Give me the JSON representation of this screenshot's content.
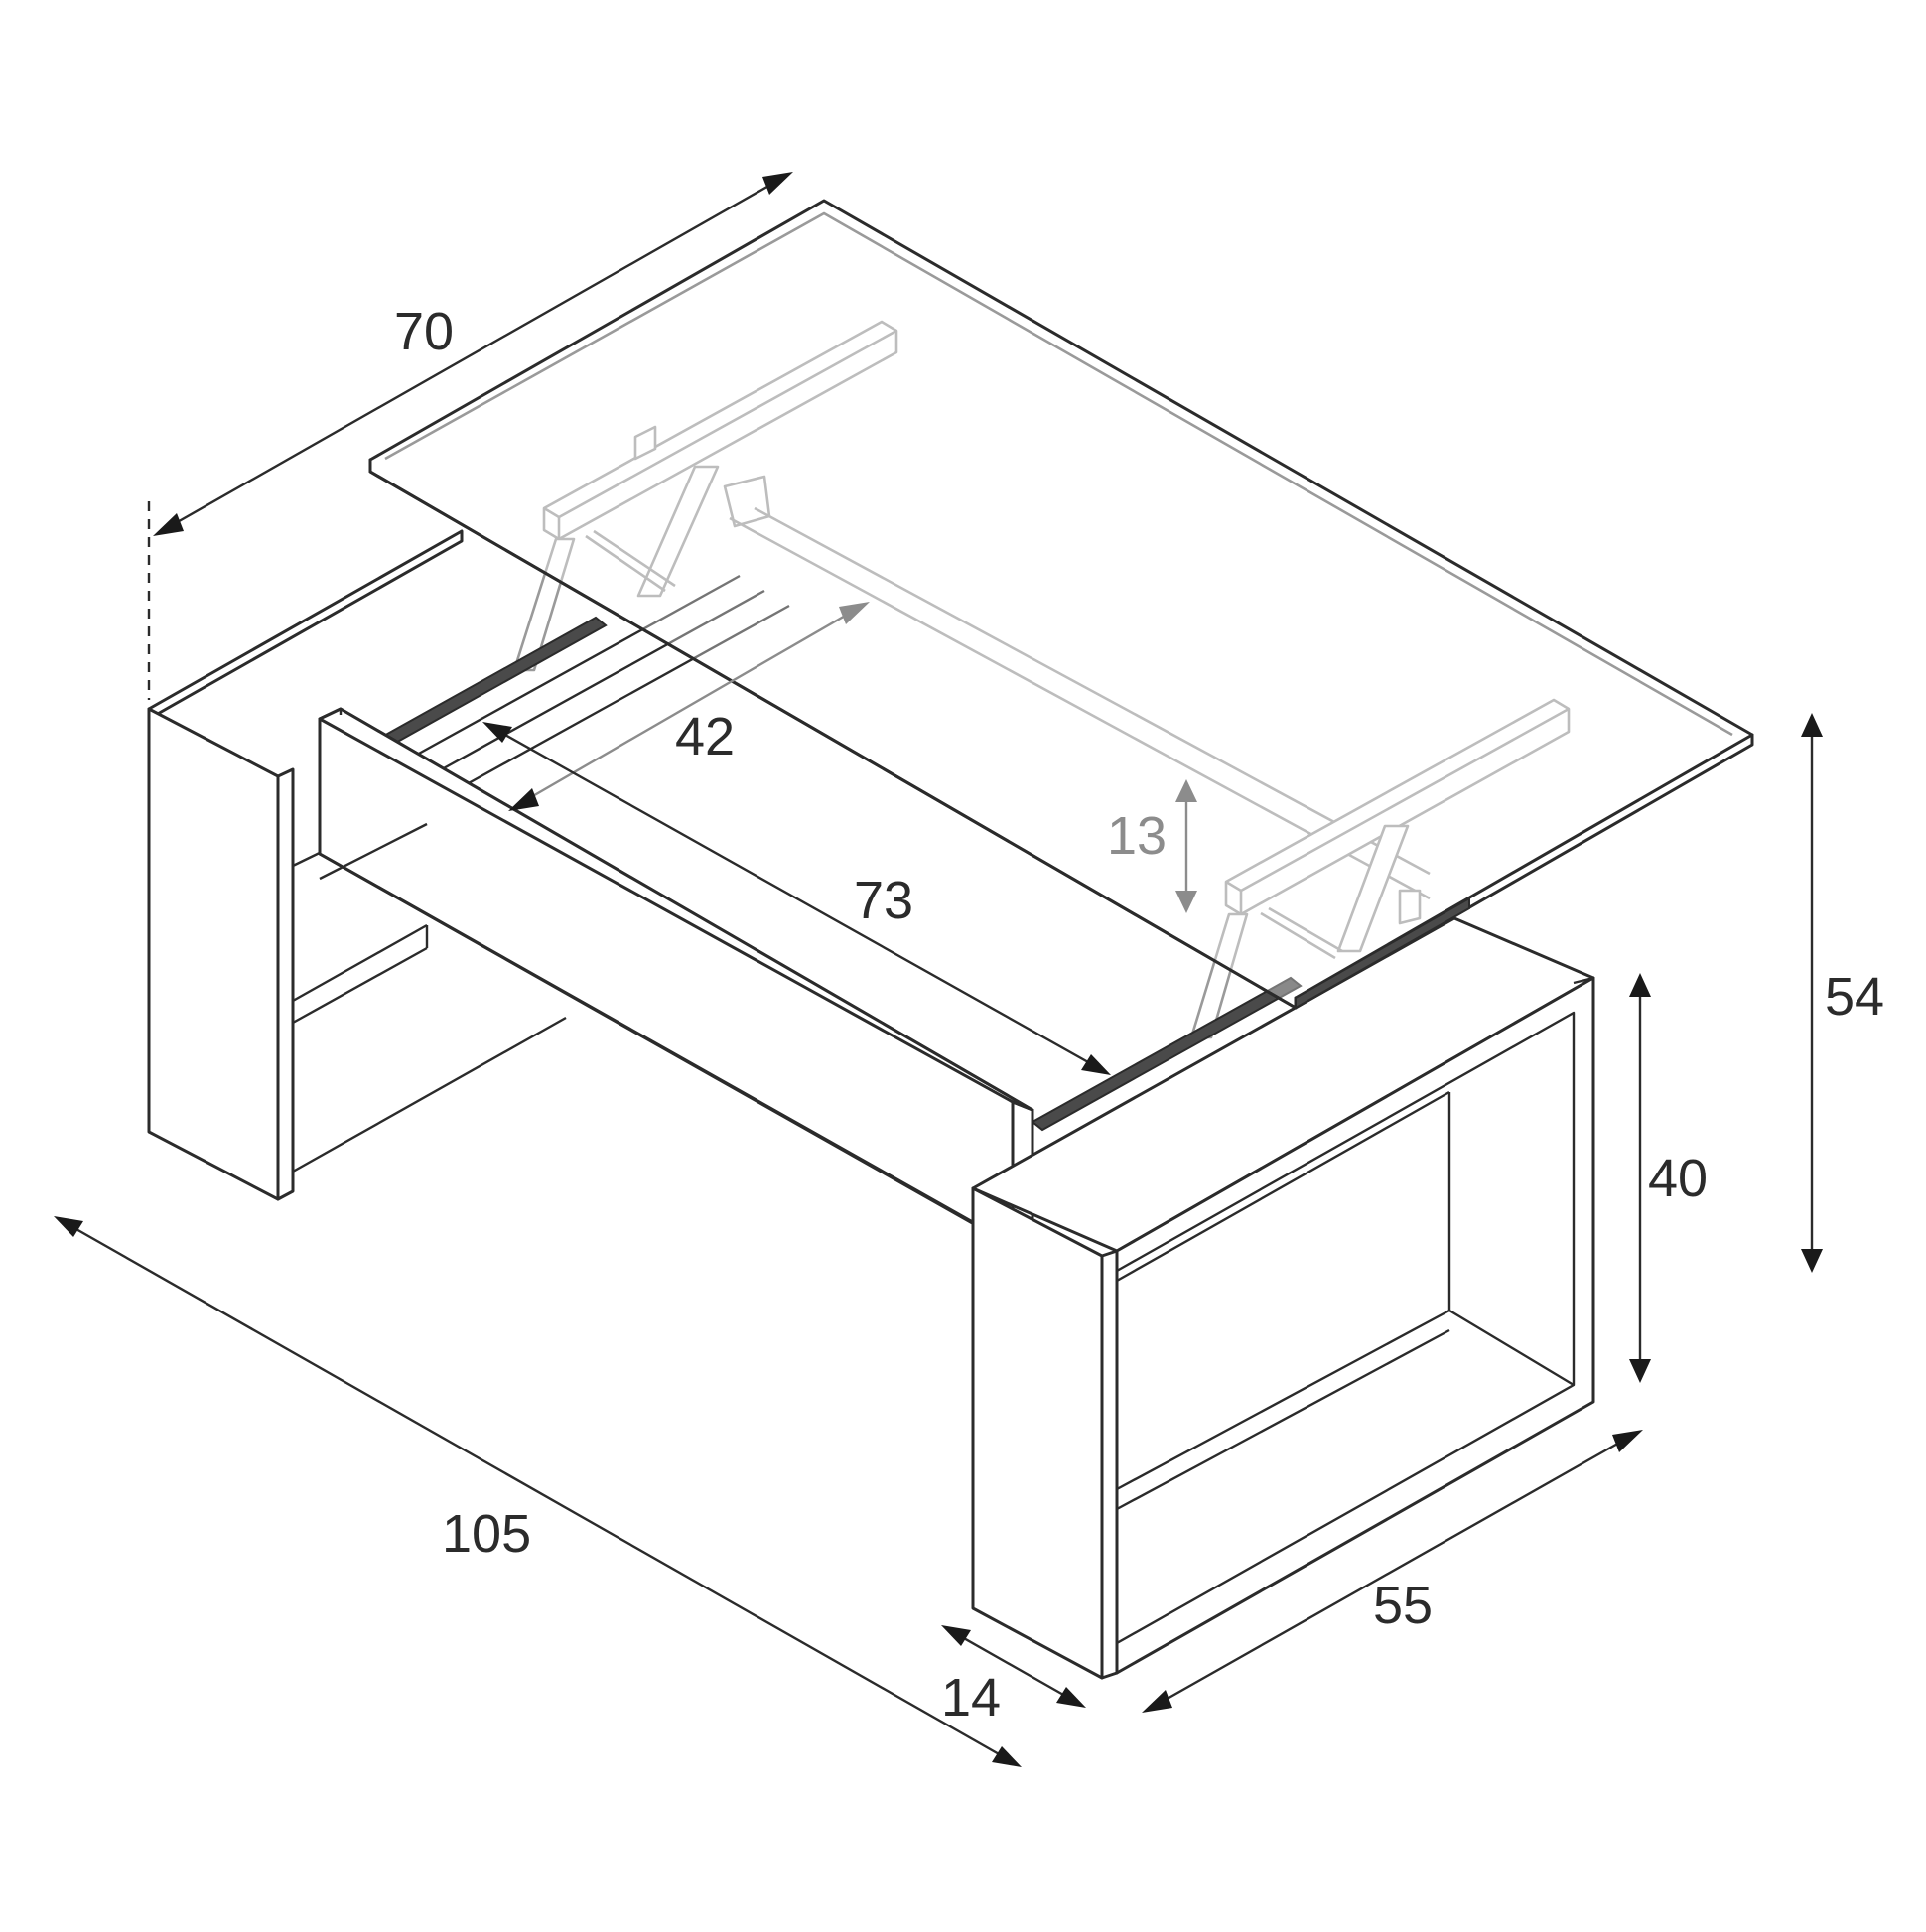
{
  "dimensions": {
    "width_depth": "70",
    "top_length": "42",
    "inner_length": "73",
    "lift_height": "13",
    "total_height": "54",
    "table_height": "40",
    "overall_length": "105",
    "overall_depth": "55",
    "leg_width": "14"
  },
  "colors": {
    "line": "#2b2b2b",
    "hidden_line": "#9a9a9a",
    "background": "#ffffff"
  }
}
